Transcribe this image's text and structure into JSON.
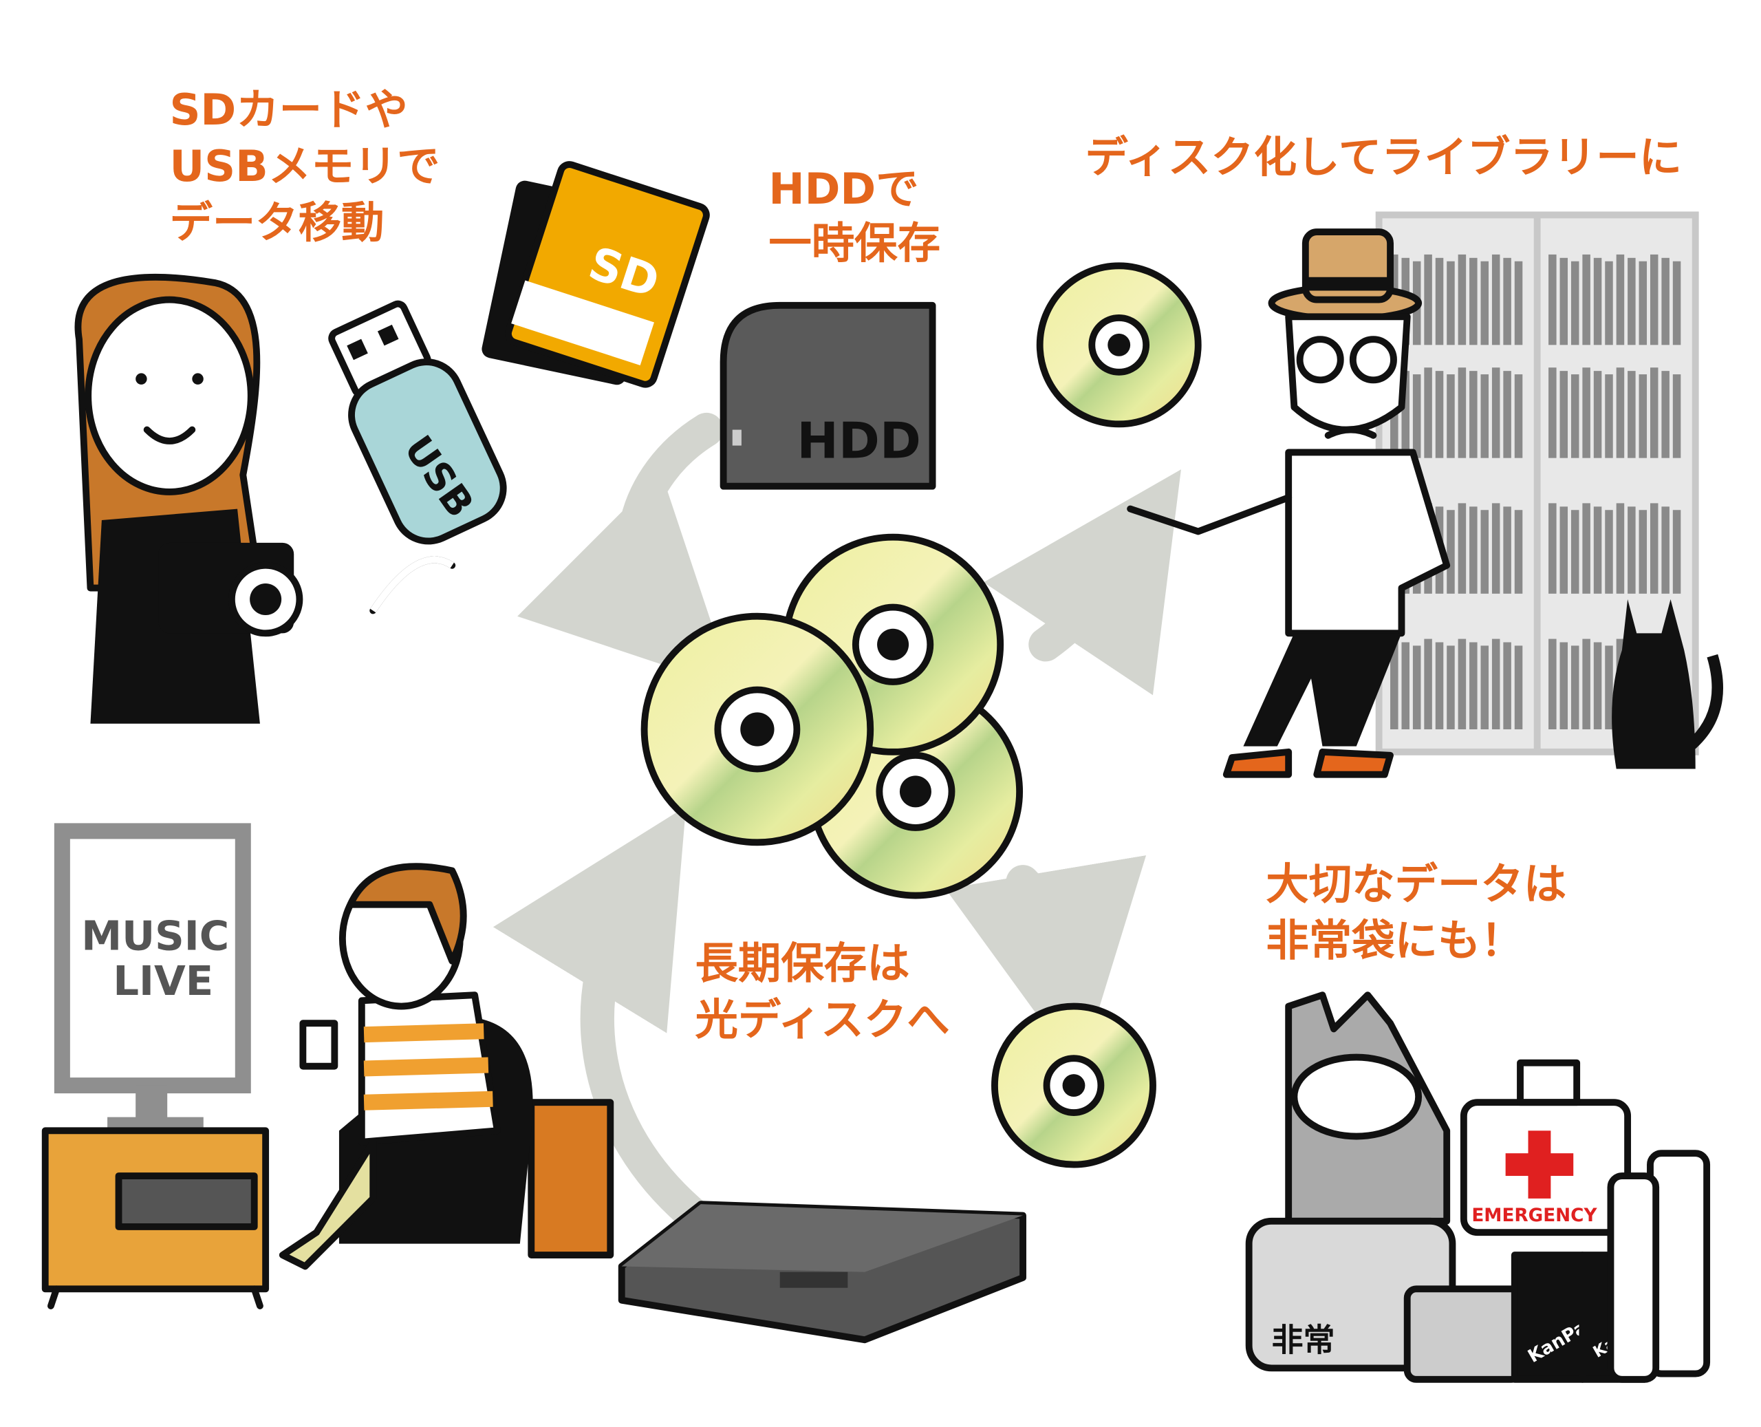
{
  "captions": {
    "sd_usb": [
      "SDカードや",
      "USBメモリで",
      "データ移動"
    ],
    "hdd": [
      "HDDで",
      "一時保存"
    ],
    "library": [
      "ディスク化してライブラリーに"
    ],
    "longterm": [
      "長期保存は",
      "光ディスクへ"
    ],
    "emergency": [
      "大切なデータは",
      "非常袋にも！"
    ]
  },
  "object_labels": {
    "sd": "SD",
    "usb": "USB",
    "hdd": "HDD",
    "tv_line1": "MUSIC",
    "tv_line2": "LIVE",
    "emergency_box": "EMERGENCY",
    "bag": "非常",
    "can1": "KanPa",
    "can2": "Kanpan"
  },
  "colors": {
    "caption": "#e4661c",
    "arrow": "#d3d5cf",
    "disc_yellow": "#ecef9a",
    "disc_green": "#b9d58a",
    "sd_orange": "#f2a900",
    "usb_blue": "#a9d6d8",
    "hair_brown": "#c8782a",
    "furniture_orange": "#e8a33a"
  }
}
